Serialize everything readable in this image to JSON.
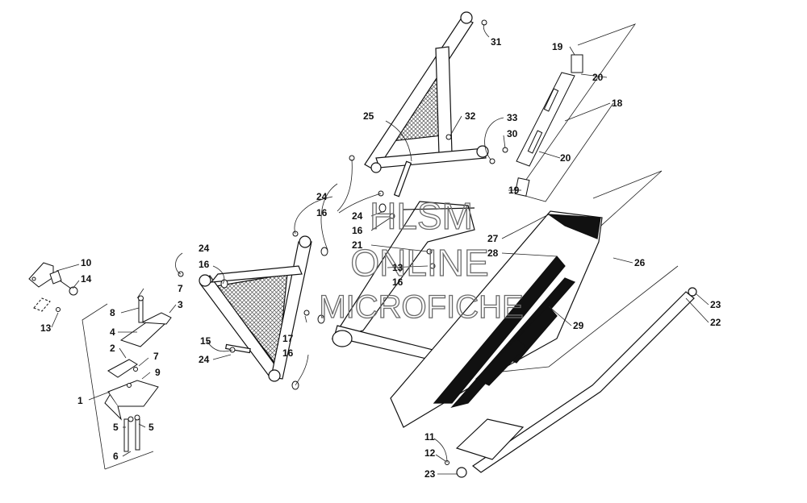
{
  "watermark": {
    "line1": "HLSM",
    "line2": "ONLINE",
    "line3": "MICROFICHE"
  },
  "callouts": [
    {
      "id": "c1",
      "text": "1"
    },
    {
      "id": "c2",
      "text": "2"
    },
    {
      "id": "c3",
      "text": "3"
    },
    {
      "id": "c4",
      "text": "4"
    },
    {
      "id": "c5a",
      "text": "5"
    },
    {
      "id": "c5b",
      "text": "5"
    },
    {
      "id": "c6",
      "text": "6"
    },
    {
      "id": "c7a",
      "text": "7"
    },
    {
      "id": "c7b",
      "text": "7"
    },
    {
      "id": "c8",
      "text": "8"
    },
    {
      "id": "c9",
      "text": "9"
    },
    {
      "id": "c10",
      "text": "10"
    },
    {
      "id": "c11",
      "text": "11"
    },
    {
      "id": "c12",
      "text": "12"
    },
    {
      "id": "c13a",
      "text": "13"
    },
    {
      "id": "c13b",
      "text": "13"
    },
    {
      "id": "c14",
      "text": "14"
    },
    {
      "id": "c15",
      "text": "15"
    },
    {
      "id": "c16a",
      "text": "16"
    },
    {
      "id": "c16b",
      "text": "16"
    },
    {
      "id": "c16c",
      "text": "16"
    },
    {
      "id": "c16d",
      "text": "16"
    },
    {
      "id": "c16e",
      "text": "16"
    },
    {
      "id": "c17",
      "text": "17"
    },
    {
      "id": "c18",
      "text": "18"
    },
    {
      "id": "c19a",
      "text": "19"
    },
    {
      "id": "c19b",
      "text": "19"
    },
    {
      "id": "c20a",
      "text": "20"
    },
    {
      "id": "c20b",
      "text": "20"
    },
    {
      "id": "c21",
      "text": "21"
    },
    {
      "id": "c22",
      "text": "22"
    },
    {
      "id": "c23a",
      "text": "23"
    },
    {
      "id": "c23b",
      "text": "23"
    },
    {
      "id": "c24a",
      "text": "24"
    },
    {
      "id": "c24b",
      "text": "24"
    },
    {
      "id": "c24c",
      "text": "24"
    },
    {
      "id": "c24d",
      "text": "24"
    },
    {
      "id": "c25",
      "text": "25"
    },
    {
      "id": "c26",
      "text": "26"
    },
    {
      "id": "c27",
      "text": "27"
    },
    {
      "id": "c28",
      "text": "28"
    },
    {
      "id": "c29",
      "text": "29"
    },
    {
      "id": "c30",
      "text": "30"
    },
    {
      "id": "c31",
      "text": "31"
    },
    {
      "id": "c32",
      "text": "32"
    },
    {
      "id": "c33",
      "text": "33"
    }
  ]
}
